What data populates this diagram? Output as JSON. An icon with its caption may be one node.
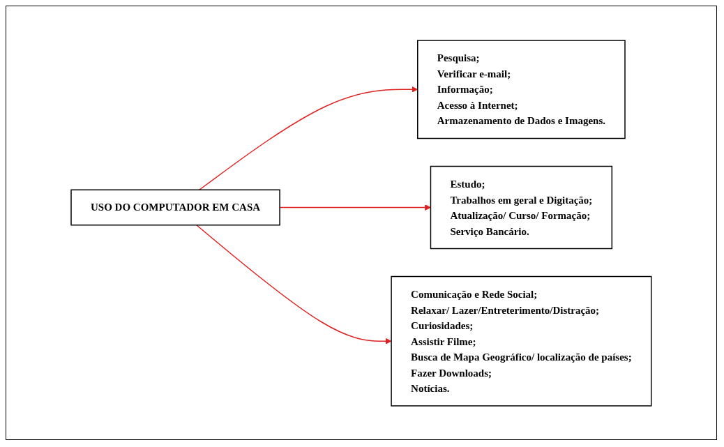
{
  "diagram": {
    "nodes": [
      {
        "text": [
          "USO DO COMPUTADOR EM CASA"
        ]
      },
      {
        "text": [
          "Pesquisa;",
          "Verificar e-mail;",
          "Informação;",
          "Acesso à Internet;",
          "Armazenamento de Dados e Imagens."
        ]
      },
      {
        "text": [
          "Estudo;",
          "Trabalhos em geral e Digitação;",
          "Atualização/ Curso/ Formação;",
          "Serviço Bancário."
        ]
      },
      {
        "text": [
          "Comunicação e Rede Social;",
          "Relaxar/ Lazer/Entreterimento/Distração;",
          "Curiosidades;",
          "Assistir Filme;",
          "Busca de Mapa Geográfico/ localização de países;",
          "Fazer Downloads;",
          "Notícias."
        ]
      }
    ],
    "edges": [
      {
        "from": 0,
        "to": 1,
        "arrow": "to",
        "color": "#e02020"
      },
      {
        "from": 0,
        "to": 2,
        "arrow": "to",
        "color": "#e02020"
      },
      {
        "from": 0,
        "to": 3,
        "arrow": "to",
        "color": "#e02020"
      }
    ]
  }
}
